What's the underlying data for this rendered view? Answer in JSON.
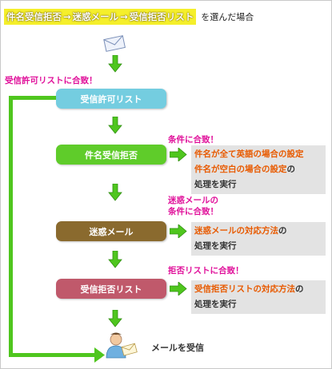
{
  "title": {
    "part1": "件名受信拒否",
    "arrow1": "→",
    "part2": "迷惑メール",
    "arrow2": "→",
    "part3": "受信拒否リスト",
    "suffix": "を選んだ場合"
  },
  "allow_match": "受信許可リストに合致！",
  "stages": {
    "allow": "受信許可リスト",
    "subject": "件名受信拒否",
    "spam": "迷惑メール",
    "deny": "受信拒否リスト"
  },
  "conditions": {
    "subject": "条件に合致！",
    "spam_line1": "迷惑メールの",
    "spam_line2": "条件に合致！",
    "deny": "拒否リストに合致！"
  },
  "notes": {
    "subject": {
      "line1": "件名が全て英語の場合の設定",
      "line2_hl": "件名が空白の場合の設定",
      "line2_rest": "の",
      "line3": "処理を実行"
    },
    "spam": {
      "line1_hl": "迷惑メールの対応方法",
      "line1_rest": "の",
      "line2": "処理を実行"
    },
    "deny": {
      "line1_hl": "受信拒否リストの対応方法",
      "line1_rest": "の",
      "line2": "処理を実行"
    }
  },
  "receive_label": "メールを受信",
  "colors": {
    "title_bg": "#f5ef2b",
    "allow": "#74cde0",
    "subject": "#5fcc2a",
    "spam": "#8a6a2e",
    "deny": "#c0596b",
    "condition_text": "#e0109a",
    "highlight_text": "#e85a00",
    "arrow_green": "#4fc61e"
  },
  "icons": [
    "envelope-icon",
    "green-down-arrow-icon",
    "green-right-arrow-icon",
    "user-mail-icon"
  ]
}
